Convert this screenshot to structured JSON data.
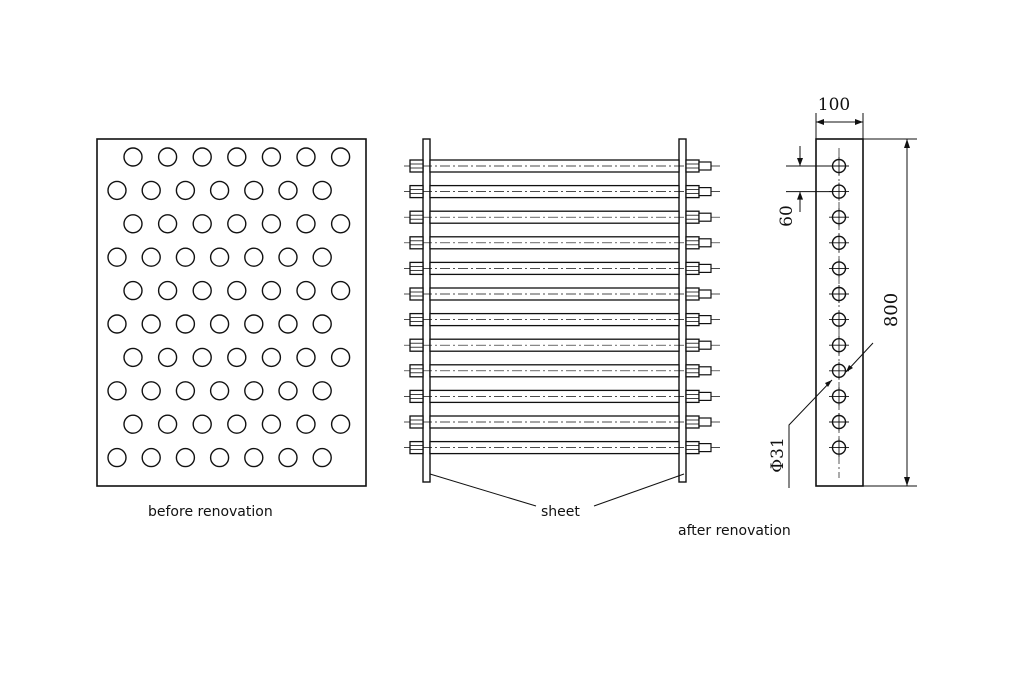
{
  "captions": {
    "before": "before renovation",
    "sheet": "sheet",
    "after": "after renovation"
  },
  "dimensions": {
    "width": "100",
    "pitch": "60",
    "height": "800",
    "hole_diameter": "Φ31"
  },
  "before_panel": {
    "row_hole_counts": [
      7,
      7,
      7,
      7,
      7,
      7,
      7,
      7,
      7,
      7
    ]
  },
  "tube_bundle": {
    "tube_count": 12
  },
  "side_strip": {
    "hole_count": 12
  },
  "colors": {
    "line": "#111111",
    "background": "#ffffff"
  }
}
